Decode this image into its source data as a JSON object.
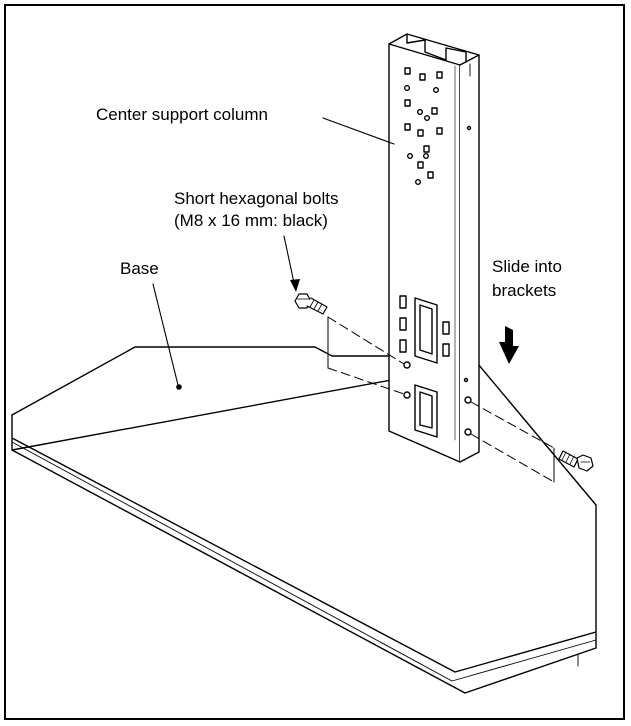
{
  "labels": {
    "center_column": "Center support column",
    "bolts_line1": "Short hexagonal bolts",
    "bolts_line2": "(M8 x 16 mm: black)",
    "base": "Base",
    "slide_line1": "Slide into",
    "slide_line2": "brackets"
  },
  "colors": {
    "line": "#000000",
    "background": "#ffffff"
  },
  "icons": {
    "slide_direction": "down-arrow-icon",
    "bolt": "hex-bolt-icon"
  }
}
